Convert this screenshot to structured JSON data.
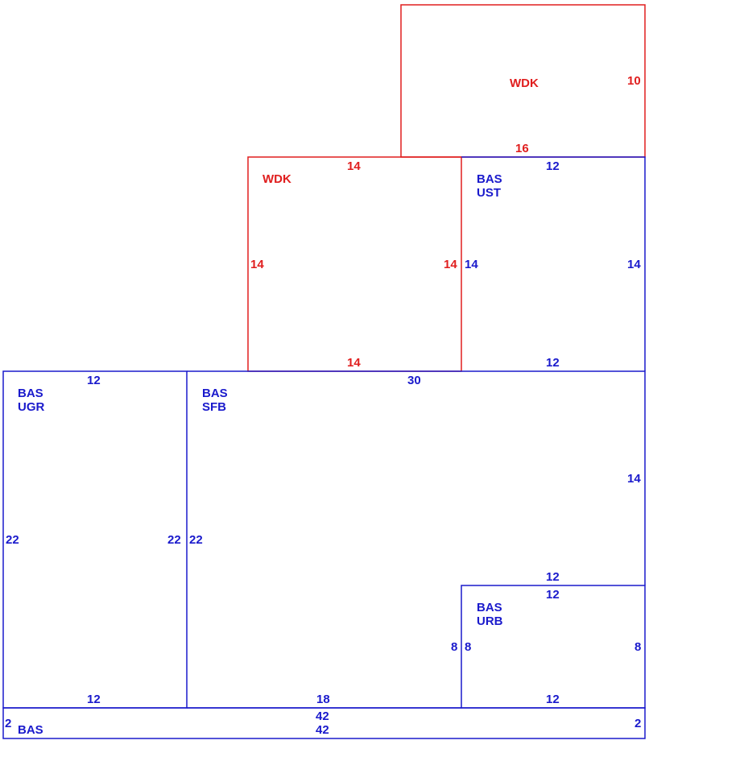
{
  "colors": {
    "bas": "#1a1acc",
    "wdk": "#e01e1e"
  },
  "wdk_top": {
    "code": "WDK",
    "dim_bottom": "16",
    "dim_right": "10"
  },
  "wdk_mid": {
    "code": "WDK",
    "dim_top": "14",
    "dim_left": "14",
    "dim_right": "14",
    "dim_bottom": "14"
  },
  "bas_ust": {
    "code": "BAS",
    "subcode": "UST",
    "dim_top": "12",
    "dim_left": "14",
    "dim_right": "14",
    "dim_bottom": "12"
  },
  "bas_ugr": {
    "code": "BAS",
    "subcode": "UGR",
    "dim_top": "12",
    "dim_left": "22",
    "dim_right": "22",
    "dim_bottom": "12"
  },
  "bas_sfb": {
    "code": "BAS",
    "subcode": "SFB",
    "dim_top": "30",
    "dim_left": "22",
    "dim_right": "14",
    "dim_inner_bottom": "12",
    "dim_inner_left": "8",
    "dim_bottom": "18"
  },
  "bas_urb": {
    "code": "BAS",
    "subcode": "URB",
    "dim_top": "12",
    "dim_left": "8",
    "dim_right": "8",
    "dim_bottom": "12"
  },
  "bas_strip": {
    "code": "BAS",
    "dim_top": "42",
    "dim_bottom": "42",
    "dim_left": "2",
    "dim_right": "2"
  }
}
